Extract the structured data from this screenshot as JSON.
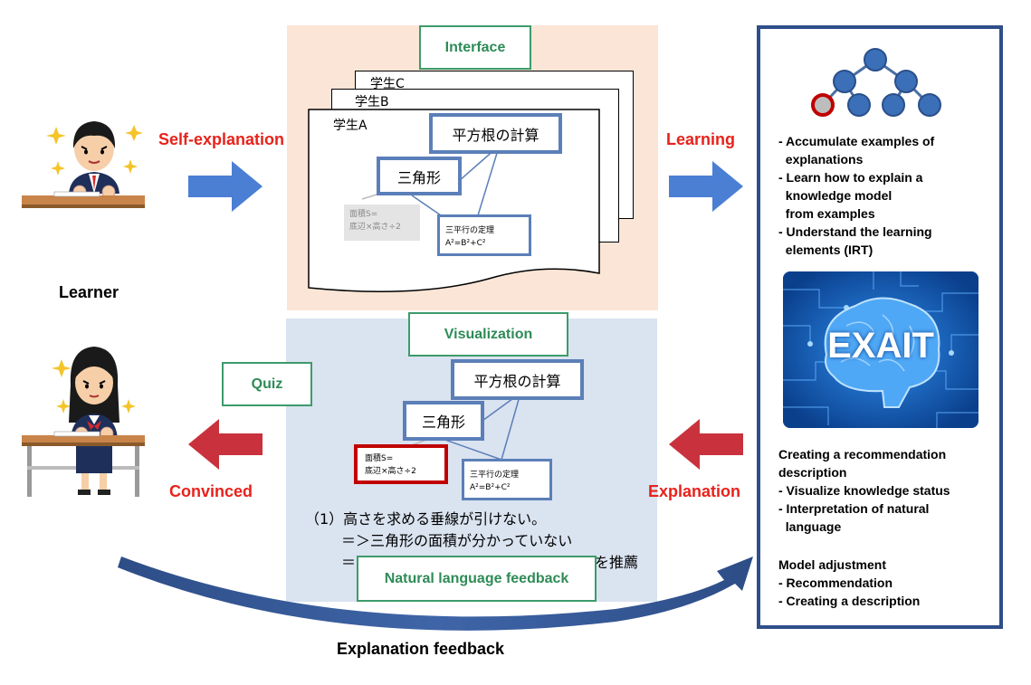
{
  "labels": {
    "self_explanation": "Self-explanation",
    "learning": "Learning",
    "convinced": "Convinced",
    "explanation": "Explanation",
    "learner": "Learner",
    "explanation_feedback": "Explanation feedback"
  },
  "boxes": {
    "interface": "Interface",
    "visualization": "Visualization",
    "quiz": "Quiz",
    "nl_feedback": "Natural language feedback"
  },
  "interface_panel": {
    "students": [
      "学生C",
      "学生B",
      "学生A"
    ],
    "node_sqrt": "平方根の計算",
    "node_triangle": "三角形",
    "node_area_line1": "面積S=",
    "node_area_line2": "底辺×高さ÷2",
    "node_pyth_line1": "三平行の定理",
    "node_pyth_line2": "A²=B²+C²"
  },
  "visualization_panel": {
    "node_sqrt": "平方根の計算",
    "node_triangle": "三角形",
    "node_area_line1": "面積S=",
    "node_area_line2": "底辺×高さ÷2",
    "node_pyth_line1": "三平行の定理",
    "node_pyth_line2": "A²=B²+C²",
    "feedback_line1": "（1）高さを求める垂線が引けない。",
    "feedback_line2": "＝＞三角形の面積が分かっていない",
    "feedback_line3_prefix": "＝",
    "feedback_line3_suffix": "を推薦"
  },
  "right_panel": {
    "learning_items": "- Accumulate examples of\n  explanations\n- Learn how to explain a\n  knowledge model\n  from examples\n- Understand the learning\n  elements (IRT)",
    "brand": "EXAIT",
    "recommendation_items": "Creating a recommendation\ndescription\n- Visualize knowledge status\n- Interpretation of natural\n  language",
    "model_items": "Model adjustment\n- Recommendation\n- Creating a description"
  },
  "colors": {
    "interface_bg": "#fbe5d6",
    "visualization_bg": "#dae3f0",
    "arrow_blue": "#4a7fd4",
    "arrow_red": "#c9323c",
    "label_red": "#e8221b",
    "node_border": "#5b7fb8",
    "green_box": "#3d9b6b",
    "right_border": "#2f4f8a"
  },
  "icons": [
    "learner-boy-icon",
    "learner-girl-icon",
    "knowledge-tree-icon",
    "brain-chip-icon"
  ]
}
